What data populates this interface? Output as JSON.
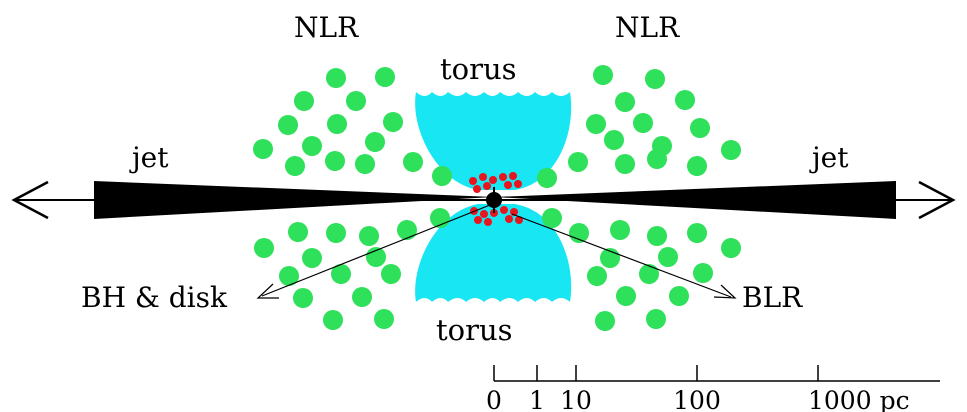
{
  "labels": {
    "nlr_left": "NLR",
    "nlr_right": "NLR",
    "torus_top": "torus",
    "torus_bottom": "torus",
    "jet_left": "jet",
    "jet_right": "jet",
    "bh_disk": "BH & disk",
    "blr": "BLR"
  },
  "scale": {
    "ticks": [
      "0",
      "1",
      "10",
      "100",
      "1000 pc"
    ]
  },
  "colors": {
    "nlr_clouds": "#2ee05a",
    "torus": "#18e6f2",
    "blr_clouds": "#e8141e",
    "jet": "#000000"
  }
}
